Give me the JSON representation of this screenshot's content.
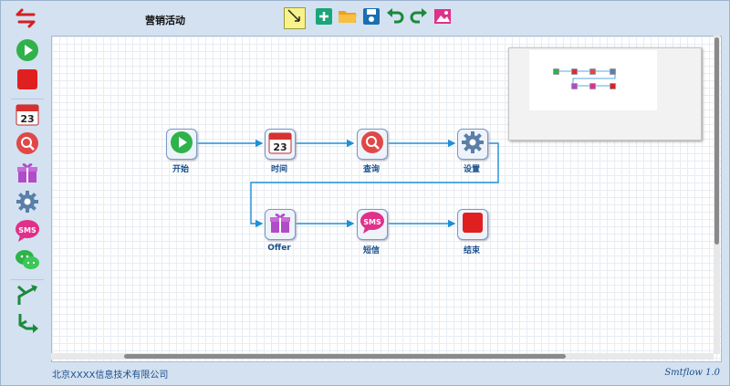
{
  "app": {
    "title": "营销活动"
  },
  "toolbar": {
    "items": [
      {
        "name": "pointer-tool"
      },
      {
        "name": "add-node"
      },
      {
        "name": "open-file"
      },
      {
        "name": "save-file"
      },
      {
        "name": "undo"
      },
      {
        "name": "redo"
      },
      {
        "name": "export-image"
      }
    ]
  },
  "palette": {
    "items": [
      "start",
      "end",
      "time",
      "query",
      "offer",
      "settings",
      "sms",
      "wechat",
      "branch",
      "merge"
    ]
  },
  "flow": {
    "nodes": [
      {
        "id": "start",
        "label": "开始"
      },
      {
        "id": "time",
        "label": "时间"
      },
      {
        "id": "query",
        "label": "查询"
      },
      {
        "id": "settings",
        "label": "设置"
      },
      {
        "id": "offer",
        "label": "Offer"
      },
      {
        "id": "sms",
        "label": "短信"
      },
      {
        "id": "end",
        "label": "结束"
      }
    ],
    "calendar_day": "23",
    "sms_text": "SMS"
  },
  "footer": {
    "company": "北京XXXX信息技术有限公司",
    "version": "Smtflow 1.0"
  },
  "colors": {
    "accent": "#1e90d6",
    "start_green": "#2fb24a",
    "stop_red": "#e02020",
    "sms_pink": "#e0308a",
    "gear_blue": "#5a7fa8"
  }
}
